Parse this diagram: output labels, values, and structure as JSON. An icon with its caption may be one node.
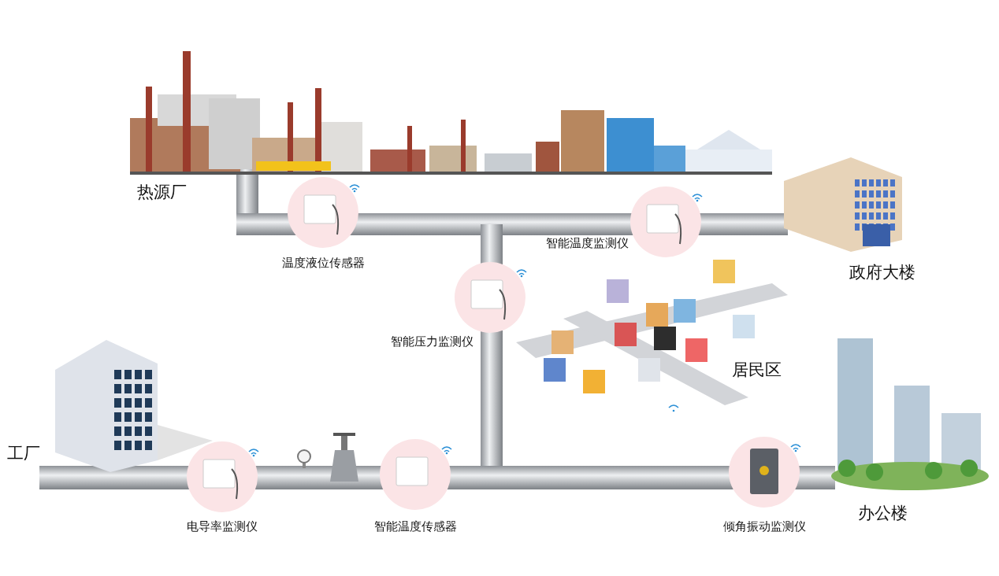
{
  "diagram": {
    "labels": [
      "热源厂",
      "温度液位传感器",
      "智能温度监测仪",
      "政府大楼",
      "智能压力监测仪",
      "居民区",
      "工厂",
      "电导率监测仪",
      "智能温度传感器",
      "倾角振动监测仪",
      "办公楼"
    ]
  }
}
